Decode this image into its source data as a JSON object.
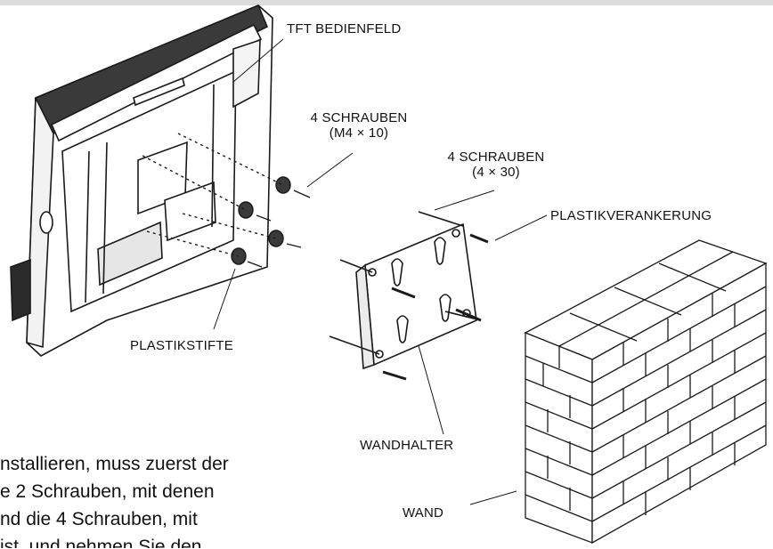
{
  "labels": {
    "tft_panel": "TFT BEDIENFELD",
    "screws_m4_title": "4 SCHRAUBEN",
    "screws_m4_size": "(M4 × 10)",
    "screws_4x30_title": "4 SCHRAUBEN",
    "screws_4x30_size": "(4 × 30)",
    "plastic_anchor": "PLASTIKVERANKERUNG",
    "plastic_pins": "PLASTIKSTIFTE",
    "wall_bracket": "WANDHALTER",
    "wall": "WAND"
  },
  "body_text": {
    "line1": "nstallieren, muss zuerst der",
    "line2": "e 2 Schrauben, mit denen",
    "line3": "nd die 4 Schrauben, mit",
    "line4": "ist, und nehmen Sie den"
  },
  "colors": {
    "line": "#1a1a1a",
    "shade": "#9a9a9a",
    "dark": "#2b2b2b"
  }
}
